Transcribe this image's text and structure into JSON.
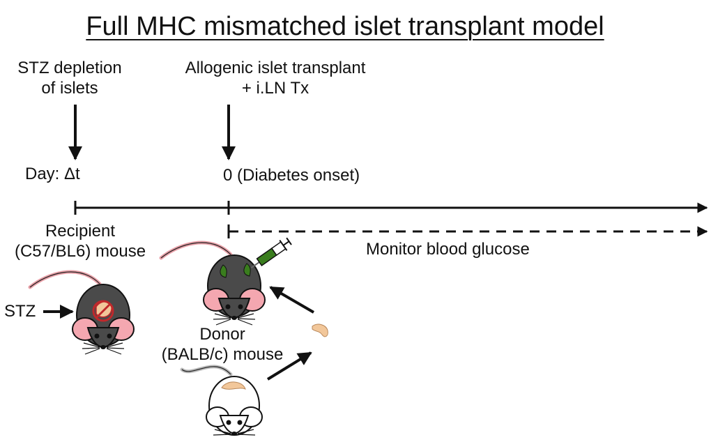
{
  "title": "Full MHC mismatched islet transplant model",
  "events": {
    "stz_depletion": {
      "line1": "STZ depletion",
      "line2": "of islets"
    },
    "transplant": {
      "line1": "Allogenic islet transplant",
      "line2": "+ i.LN Tx"
    }
  },
  "timeline": {
    "day_label": "Day: Δt",
    "onset_label": "0 (Diabetes onset)",
    "monitor_label": "Monitor blood glucose"
  },
  "recipient": {
    "line1": "Recipient",
    "line2": "(C57/BL6) mouse"
  },
  "stz_arrow_label": "STZ",
  "donor": {
    "line1": "Donor",
    "line2": "(BALB/c) mouse"
  },
  "icons": [
    "recipient-mouse-icon",
    "transplanted-mouse-icon",
    "donor-mouse-icon",
    "syringe-icon",
    "pancreas-icon",
    "islet-graft-icon"
  ],
  "colors": {
    "dark_mouse": "#4a4a4a",
    "ear_pink": "#f4a7b0",
    "tail_pink": "#e8a0a8",
    "islet_green": "#3a7d1e",
    "pancreas": "#f2c79a",
    "stz_red": "#c0282b"
  }
}
